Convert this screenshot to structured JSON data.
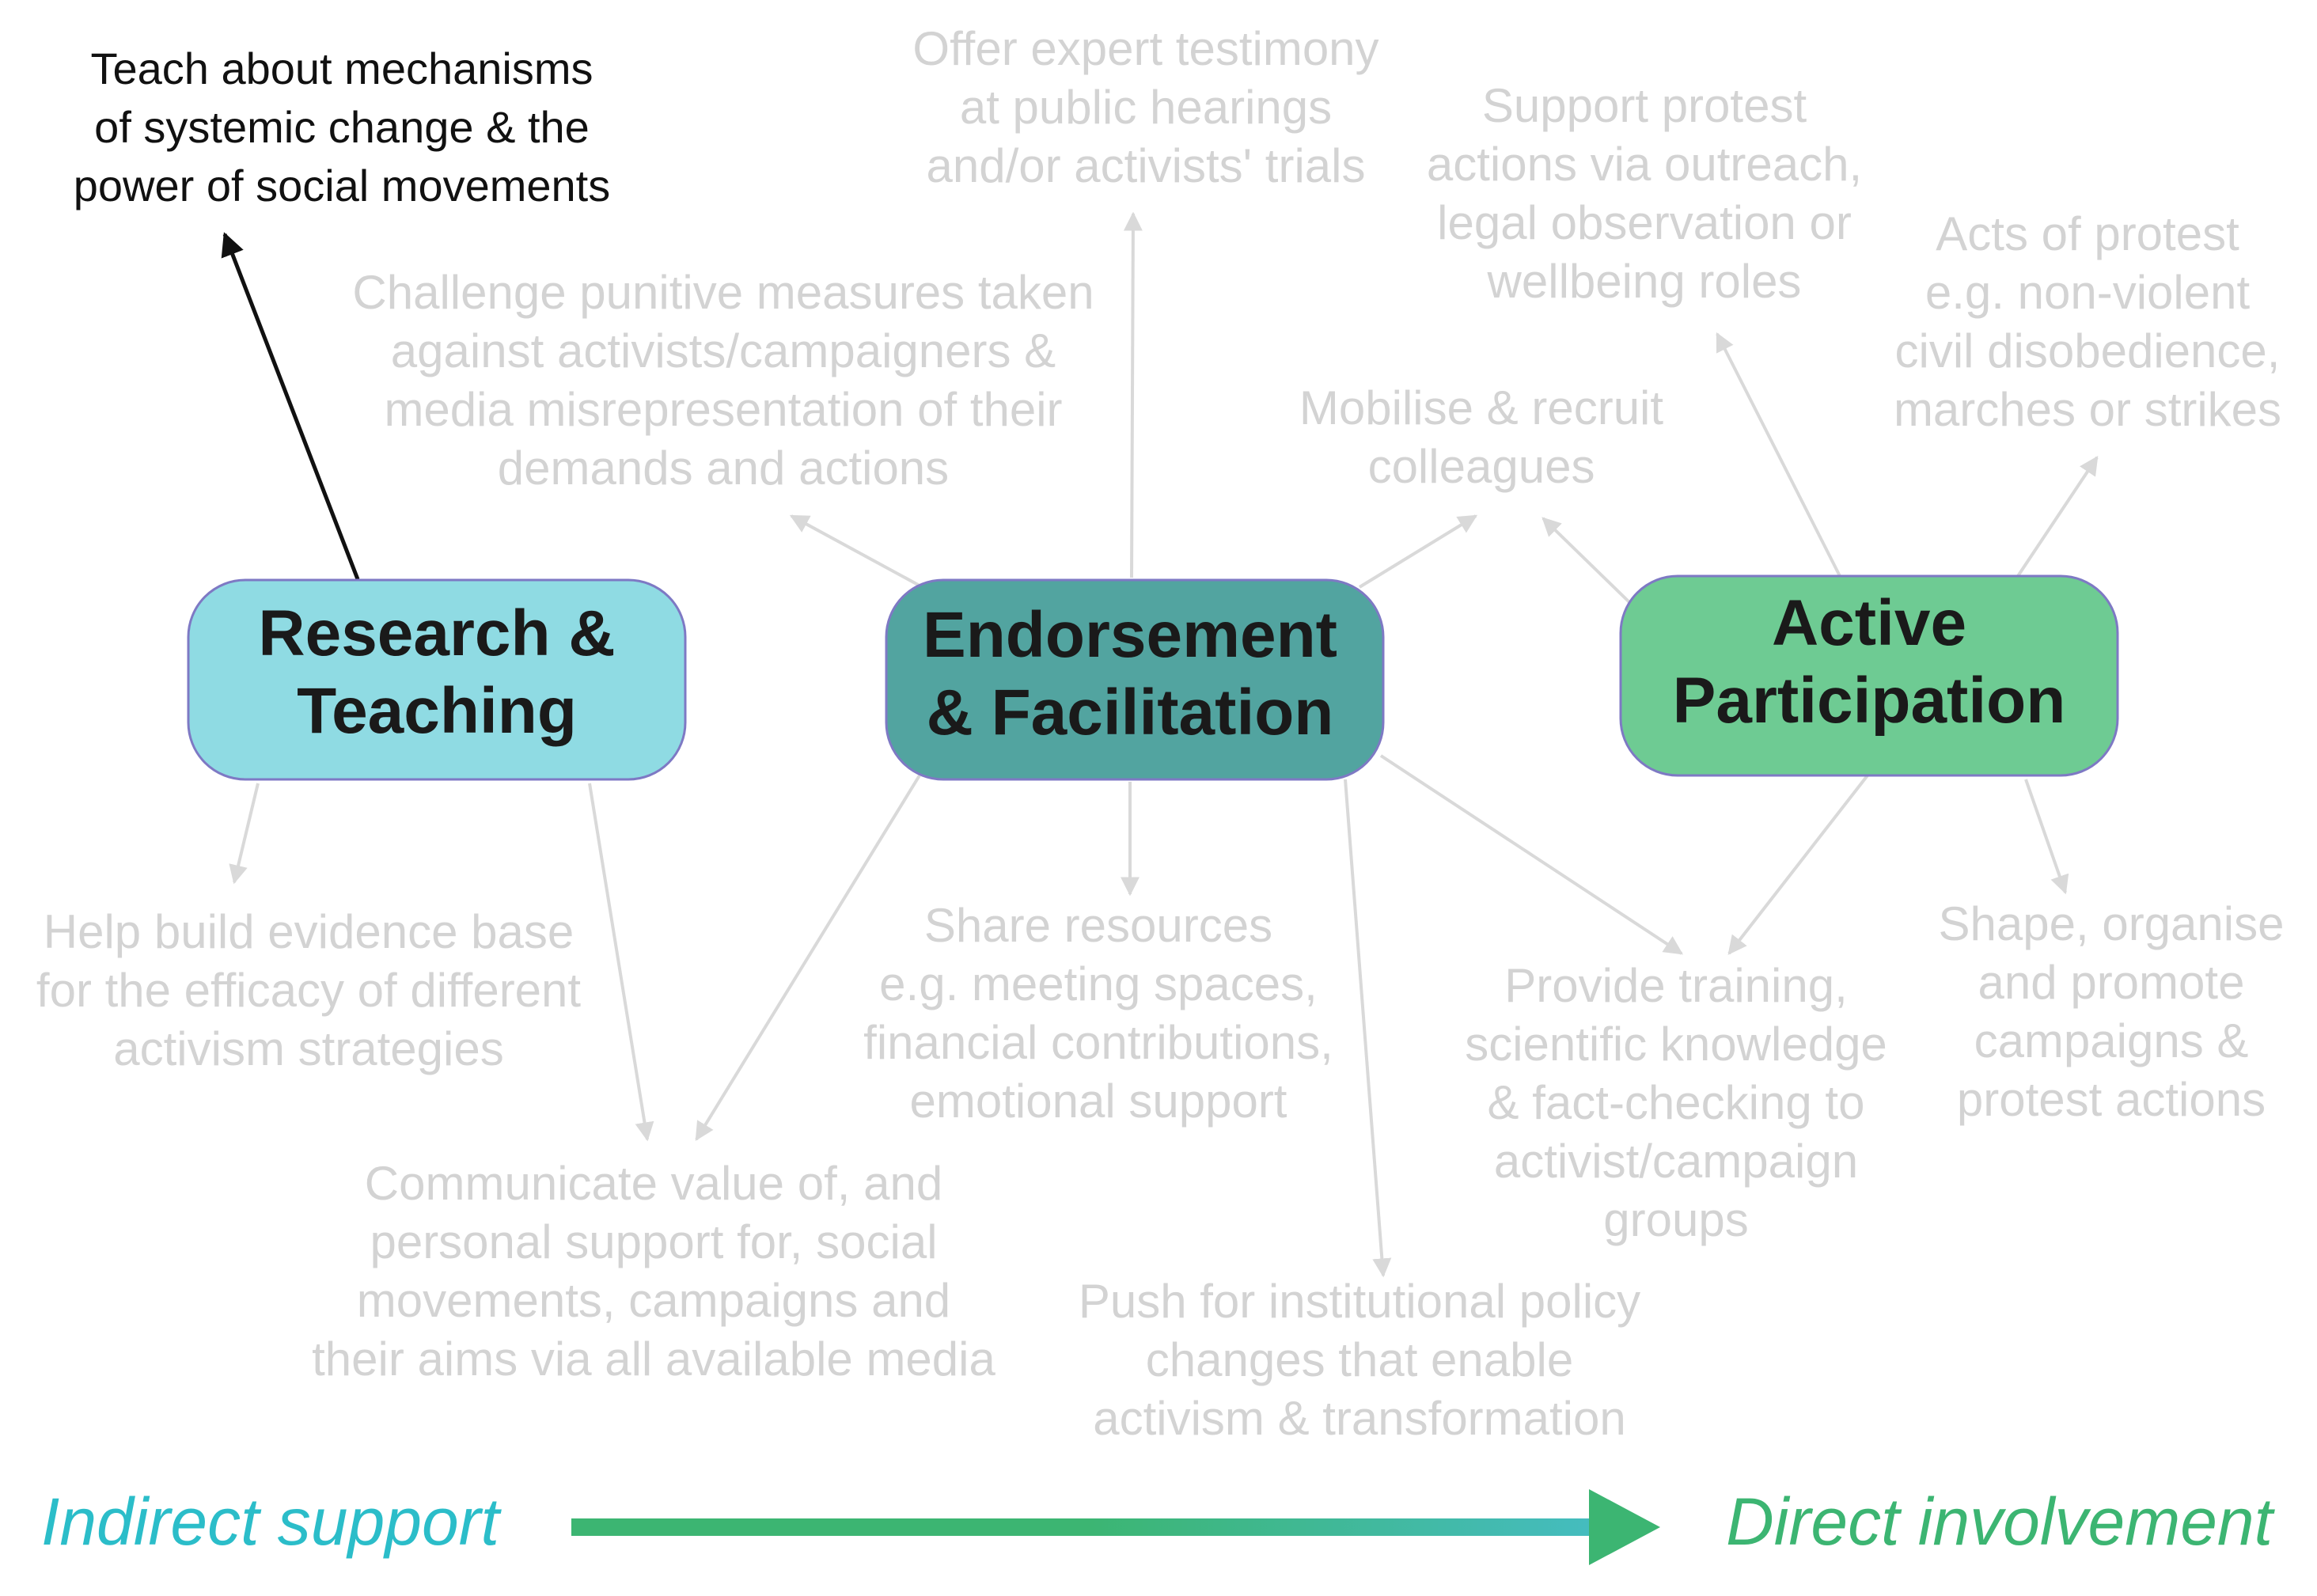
{
  "colors": {
    "research_fill": "#8fdbe3",
    "endorsement_fill": "#52a4a0",
    "active_fill": "#6ecb93",
    "hub_stroke": "#7e79c4",
    "faded_text": "#d3d3d3",
    "faded_arrow": "#d9d9d9",
    "highlight_text": "#111111",
    "indirect_color": "#2bbdc9",
    "direct_color": "#3cb572"
  },
  "hubs": {
    "research": "Research &\nTeaching",
    "endorsement": "Endorsement\n& Facilitation",
    "active": "Active\nParticipation"
  },
  "actions": {
    "teach": "Teach about mechanisms\nof systemic change & the\npower of social movements",
    "testimony": "Offer expert testimony\nat public hearings\nand/or activists' trials",
    "support_protest": "Support protest\nactions via outreach,\nlegal observation or\nwellbeing roles",
    "acts_protest": "Acts of protest\ne.g. non-violent\ncivil disobedience,\nmarches or strikes",
    "challenge": "Challenge punitive measures taken\nagainst activists/campaigners &\nmedia misrepresentation of their\ndemands and actions",
    "mobilise": "Mobilise & recruit\ncolleagues",
    "evidence": "Help build evidence base\nfor the efficacy of different\nactivism strategies",
    "share": "Share resources\ne.g. meeting spaces,\nfinancial contributions,\nemotional support",
    "training": "Provide training,\nscientific knowledge\n& fact-checking to\nactivist/campaign\ngroups",
    "shape": "Shape, organise\nand promote\ncampaigns &\nprotest actions",
    "communicate": "Communicate value of, and\npersonal support for, social\nmovements, campaigns and\ntheir aims via all available media",
    "push": "Push for institutional policy\nchanges that enable\nactivism & transformation"
  },
  "axis": {
    "indirect_label": "Indirect support",
    "direct_label": "Direct involvement"
  }
}
